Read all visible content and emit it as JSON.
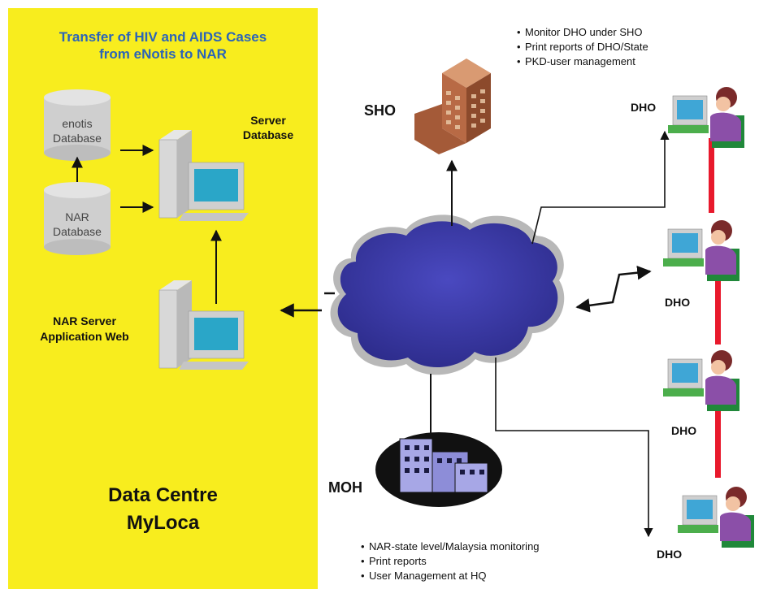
{
  "panel": {
    "title_line1": "Transfer of HIV and AIDS Cases",
    "title_line2": "from eNotis to NAR",
    "enotis_db_line1": "enotis",
    "enotis_db_line2": "Database",
    "nar_db_line1": "NAR",
    "nar_db_line2": "Database",
    "server_db_line1": "Server",
    "server_db_line2": "Database",
    "nar_server_line1": "NAR Server",
    "nar_server_line2": "Application Web",
    "datacentre_line1": "Data Centre",
    "datacentre_line2": "MyLoca"
  },
  "sho": {
    "label": "SHO",
    "notes": [
      "Monitor DHO under SHO",
      "Print reports of DHO/State",
      "PKD-user management"
    ]
  },
  "moh": {
    "label": "MOH",
    "notes": [
      "NAR-state level/Malaysia monitoring",
      "Print reports",
      "User Management at HQ"
    ]
  },
  "dho_nodes": [
    "DHO",
    "DHO",
    "DHO",
    "DHO"
  ],
  "colors": {
    "panel": "#f8ed1e",
    "title": "#2b64b8",
    "cloud": "#3b3aa6",
    "red_link": "#e8192c",
    "building": "#b86a45"
  }
}
